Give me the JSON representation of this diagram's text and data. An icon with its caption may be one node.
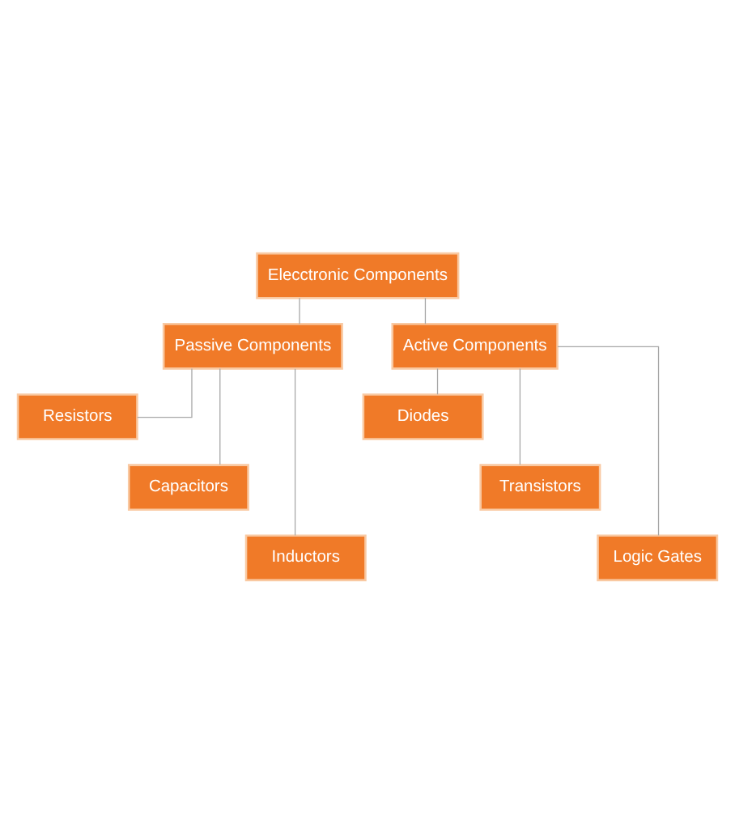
{
  "diagram": {
    "nodes": [
      {
        "text": [
          "Elecctronic Components"
        ]
      },
      {
        "text": [
          "Passive Components"
        ]
      },
      {
        "text": [
          "Active Components"
        ]
      },
      {
        "text": [
          "Resistors"
        ]
      },
      {
        "text": [
          "Capacitors"
        ]
      },
      {
        "text": [
          "Inductors"
        ]
      },
      {
        "text": [
          "Diodes"
        ]
      },
      {
        "text": [
          "Transistors"
        ]
      },
      {
        "text": [
          "Logic Gates"
        ]
      }
    ],
    "edges": [
      {
        "from": 0,
        "to": 1,
        "arrow": "none"
      },
      {
        "from": 0,
        "to": 2,
        "arrow": "none"
      },
      {
        "from": 1,
        "to": 3,
        "arrow": "none"
      },
      {
        "from": 1,
        "to": 4,
        "arrow": "none"
      },
      {
        "from": 1,
        "to": 5,
        "arrow": "none"
      },
      {
        "from": 2,
        "to": 6,
        "arrow": "none"
      },
      {
        "from": 2,
        "to": 7,
        "arrow": "none"
      },
      {
        "from": 2,
        "to": 8,
        "arrow": "none"
      }
    ]
  }
}
